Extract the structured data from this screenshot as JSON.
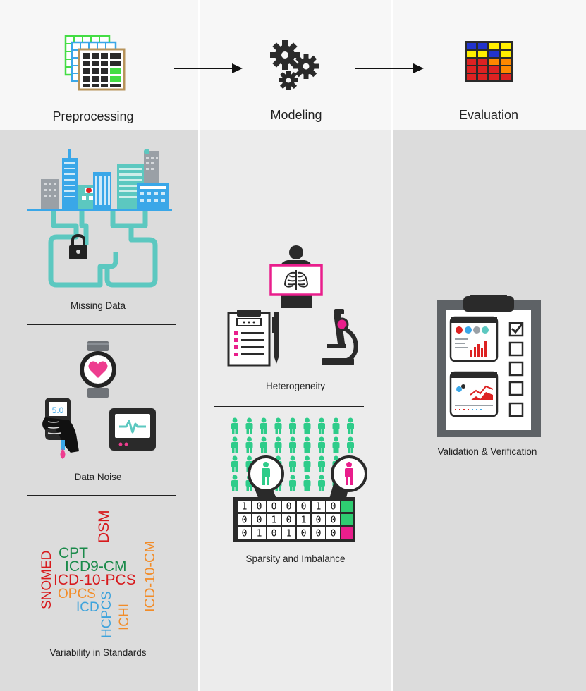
{
  "stages": [
    {
      "title": "Preprocessing"
    },
    {
      "title": "Modeling"
    },
    {
      "title": "Evaluation"
    }
  ],
  "preprocessing": {
    "missing_data": "Missing Data",
    "data_noise": "Data Noise",
    "variability": "Variability in Standards",
    "glucose_reading": "5.0",
    "standards_words": [
      {
        "text": "DSM",
        "color": "#d7191c"
      },
      {
        "text": "CPT",
        "color": "#1a8a4a"
      },
      {
        "text": "ICD9-CM",
        "color": "#1a8a4a"
      },
      {
        "text": "ICD-10-PCS",
        "color": "#d7191c"
      },
      {
        "text": "OPCS",
        "color": "#f28c28"
      },
      {
        "text": "ICD",
        "color": "#3ea3dc"
      },
      {
        "text": "SNOMED",
        "color": "#d7191c"
      },
      {
        "text": "HCPCS",
        "color": "#3ea3dc"
      },
      {
        "text": "ICHI",
        "color": "#f28c28"
      },
      {
        "text": "ICD-10-CM",
        "color": "#f28c28"
      }
    ]
  },
  "modeling": {
    "heterogeneity": "Heterogeneity",
    "sparsity": "Sparsity and Imbalance",
    "matrix": [
      [
        "1",
        "0",
        "0",
        "0",
        "0",
        "1",
        "0"
      ],
      [
        "0",
        "0",
        "1",
        "0",
        "1",
        "0",
        "0"
      ],
      [
        "0",
        "1",
        "0",
        "1",
        "0",
        "0",
        "0"
      ]
    ],
    "label_colors": [
      "#2ecc71",
      "#2ecc71",
      "#e91e8c"
    ]
  },
  "evaluation": {
    "validation": "Validation & Verification"
  },
  "colors": {
    "teal": "#5cc8c0",
    "green_person": "#2ecc8a",
    "magenta": "#e91e8c",
    "gray_bg": "#dcdcdc",
    "light_bg": "#eeeeee"
  }
}
